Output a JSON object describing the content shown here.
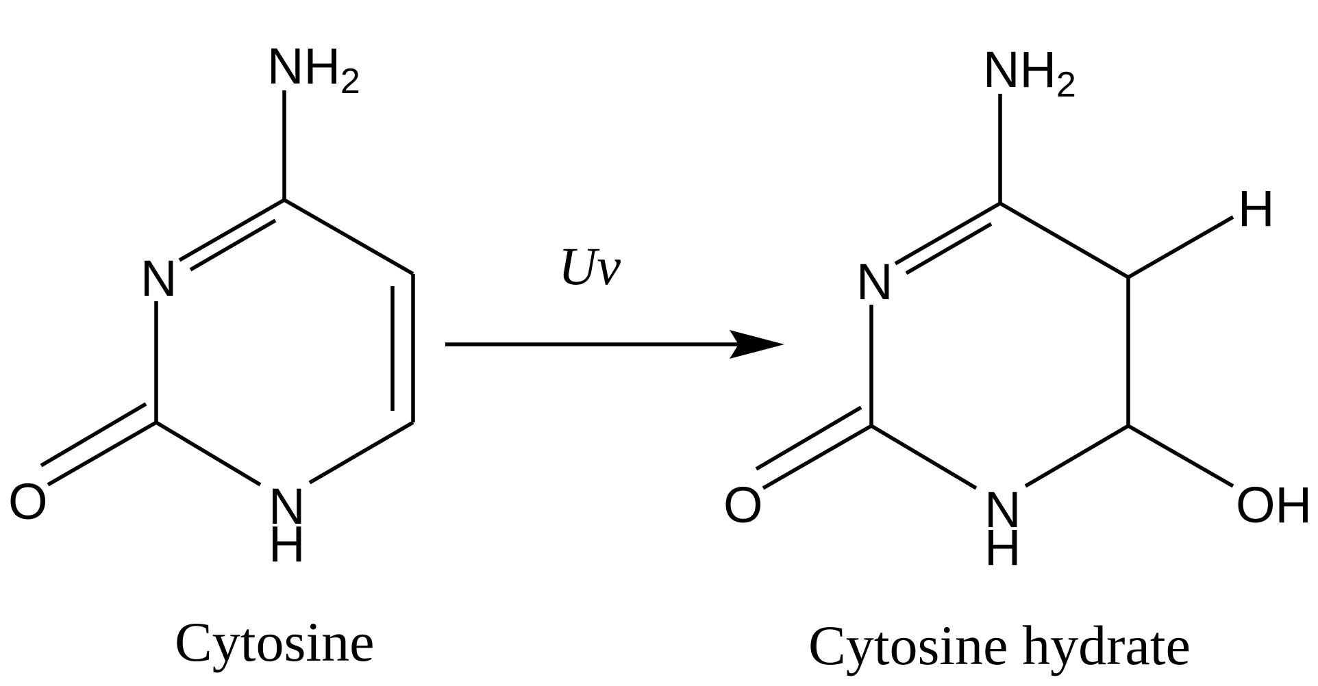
{
  "reaction": {
    "reactant": {
      "name": "Cytosine",
      "atoms": {
        "amino_n": "NH",
        "amino_sub": "2",
        "ring_n": "N",
        "ring_nh_n": "N",
        "ring_nh_h": "H",
        "carbonyl_o": "O"
      }
    },
    "condition": "Uv",
    "product": {
      "name": "Cytosine hydrate",
      "atoms": {
        "amino_n": "NH",
        "amino_sub": "2",
        "ring_n": "N",
        "ring_nh_n": "N",
        "ring_nh_h": "H",
        "carbonyl_o": "O",
        "c5_h": "H",
        "c6_oh": "OH"
      }
    }
  }
}
